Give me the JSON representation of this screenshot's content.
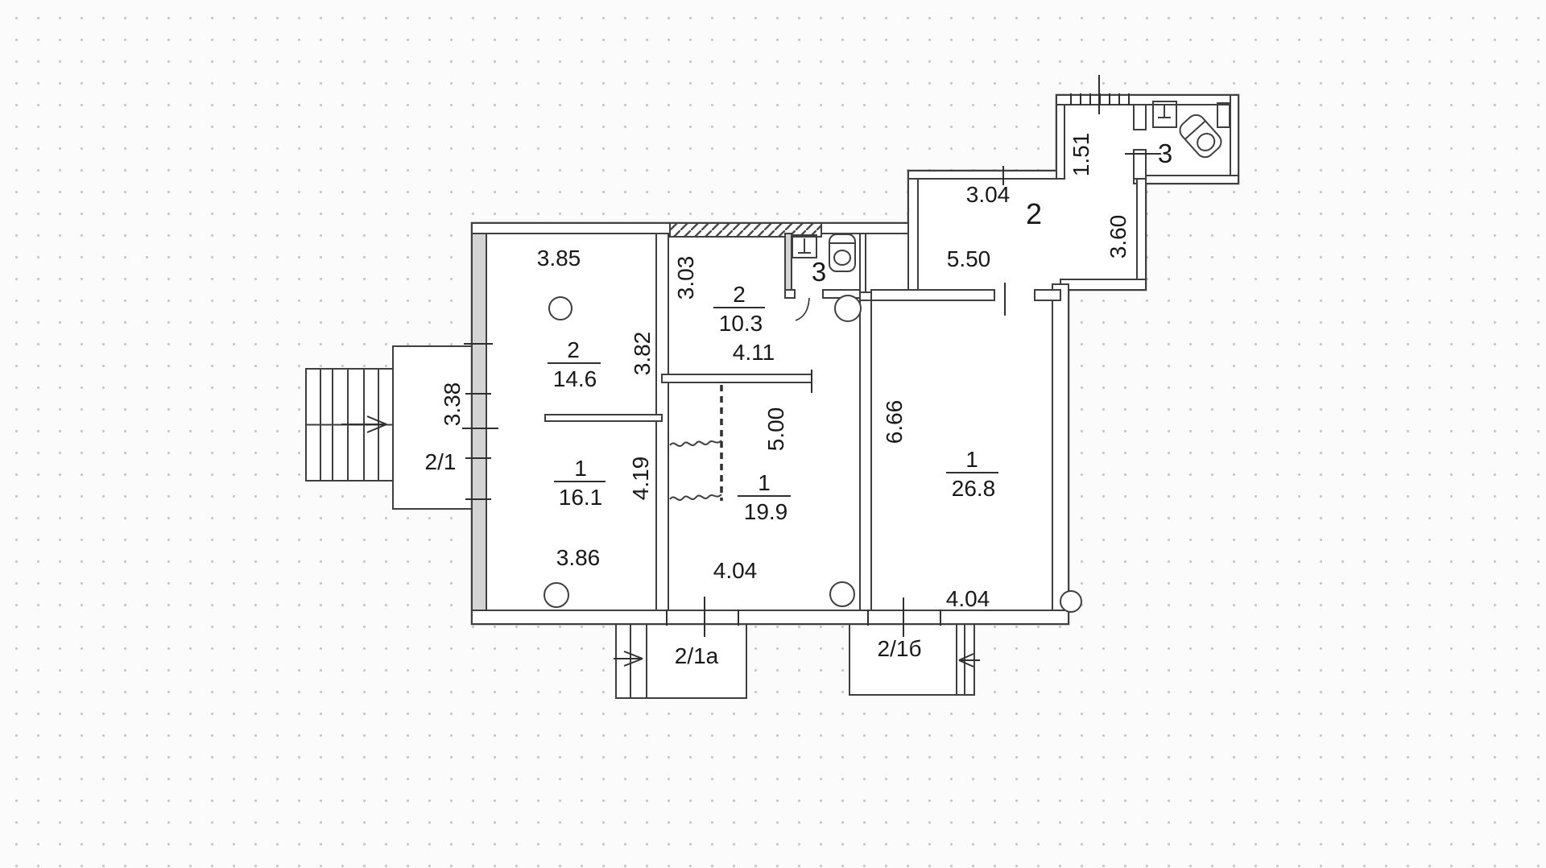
{
  "plan": {
    "title": "apartment-floor-plan",
    "rooms": [
      {
        "num": "2",
        "area": "14.6"
      },
      {
        "num": "1",
        "area": "16.1"
      },
      {
        "num": "2",
        "area": "10.3"
      },
      {
        "num": "1",
        "area": "19.9"
      },
      {
        "num": "1",
        "area": "26.8"
      }
    ],
    "units": {
      "hall_num": "2",
      "wc_num": "3",
      "bath_num": "3"
    },
    "dims": {
      "r14_top": "3.85",
      "r14_right": "3.82",
      "r16_right": "4.19",
      "r16_bottom": "3.86",
      "r10_left": "3.03",
      "r10_bottom": "4.11",
      "r19_left": "5.00",
      "r19_bottom": "4.04",
      "r26_left": "6.66",
      "r26_bottom": "4.04",
      "hall_top": "3.04",
      "hall_mid": "5.50",
      "hall_right": "3.60",
      "vest": "1.51",
      "entry_wall": "3.38"
    },
    "entrances": {
      "stair": "2/1",
      "a": "2/1а",
      "b": "2/1б"
    }
  }
}
